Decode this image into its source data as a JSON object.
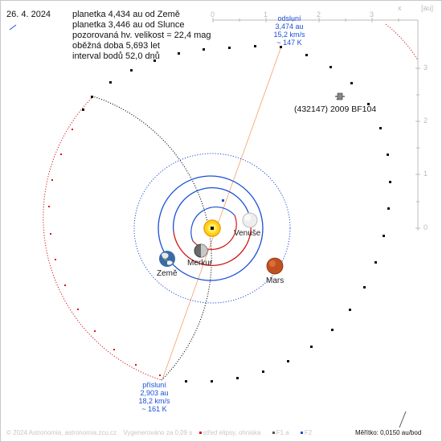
{
  "date": "26. 4. 2024",
  "info": {
    "line1": "planetka 4,434 au od Země",
    "line2": "planetka 3,446 au od Slunce",
    "line3": "pozorovaná hv. velikost = 22,4 mag",
    "line4": "oběžná doba 5,693 let",
    "line5": "interval bodů 52,0 dnů"
  },
  "aphelion": {
    "label": "odsluní",
    "distance": "3,474 au",
    "speed": "15,2 km/s",
    "temp": "~ 147 K"
  },
  "perihelion": {
    "label": "přísluní",
    "distance": "2,903 au",
    "speed": "18,2 km/s",
    "temp": "~ 161 K"
  },
  "asteroid_label": "(432147) 2009 BF104",
  "planets": {
    "venus": "Venuše",
    "mercury": "Merkur",
    "earth": "Země",
    "mars": "Mars"
  },
  "axes": {
    "unit": "[au]",
    "x_label": "x",
    "x_ticks": [
      "0",
      "1",
      "2",
      "3"
    ],
    "y_ticks": [
      "3",
      "2",
      "1",
      "0"
    ]
  },
  "footer": {
    "copyright": "© 2024 Astronomia, astronomia.zcu.cz",
    "generated": "Vygenerováno za 0,09 s",
    "legend_center": "střed elipsy, ohniska",
    "legend_f1": "F1 a",
    "legend_f2": "F2",
    "scale": "Měřítko: 0,0150 au/bod"
  },
  "colors": {
    "orbit_outer": "#111111",
    "orbit_inner_red": "#d01818",
    "orbit_blue": "#1a4fd6",
    "sun": "#ffd21a",
    "axis_line": "#f5a06a"
  }
}
